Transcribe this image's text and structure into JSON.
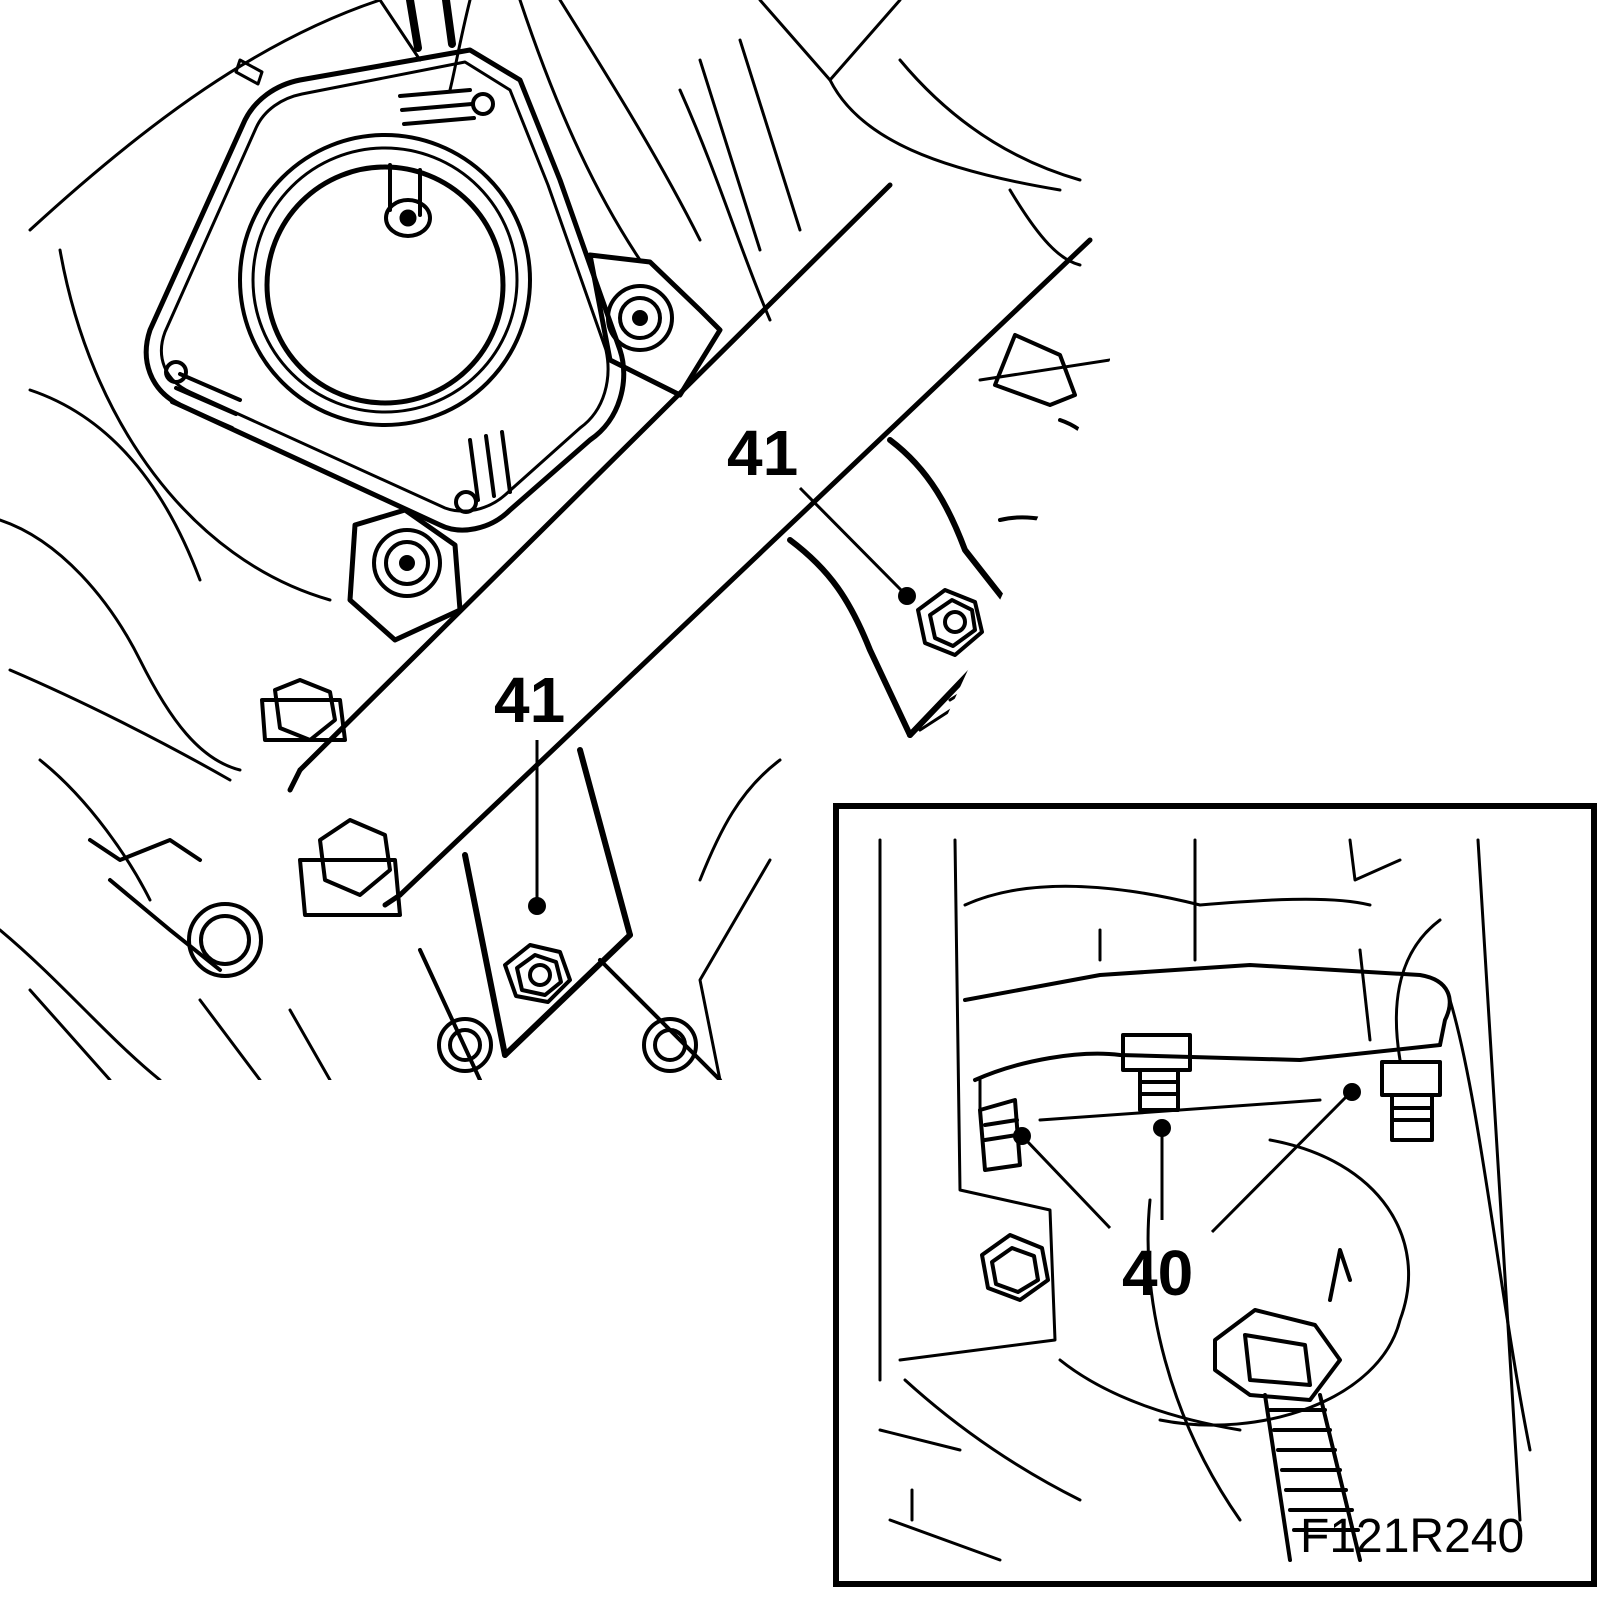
{
  "diagram": {
    "figure_id": "F121R240",
    "callouts": {
      "bolt_upper": "41",
      "bolt_lower": "41",
      "inset_bolts": "40"
    },
    "colors": {
      "line": "#000000",
      "background": "#ffffff"
    }
  }
}
